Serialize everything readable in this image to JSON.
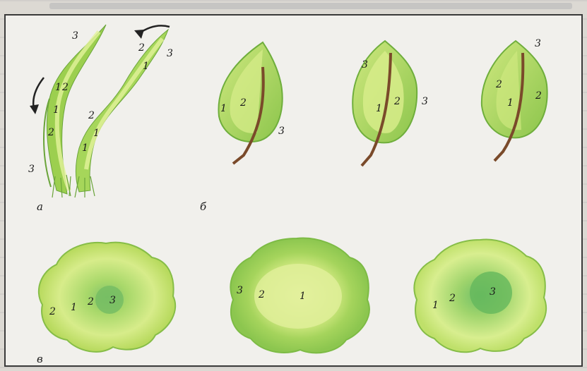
{
  "figure": {
    "panel_labels": {
      "a": "а",
      "b": "б",
      "c": "в"
    },
    "fold_numbers": {
      "left_strip": [
        "3",
        "1",
        "2",
        "1",
        "2",
        "3"
      ],
      "right_strip": [
        "2",
        "3",
        "1",
        "2",
        "1",
        "1"
      ],
      "leaf_1": [
        "1",
        "2",
        "3"
      ],
      "leaf_2": [
        "3",
        "1",
        "2",
        "3"
      ],
      "leaf_3": [
        "3",
        "2",
        "1",
        "2"
      ],
      "flower_1": [
        "2",
        "1",
        "2",
        "3"
      ],
      "flower_2": [
        "3",
        "2",
        "1"
      ],
      "flower_3": [
        "1",
        "2",
        "3"
      ]
    }
  },
  "colors": {
    "frame_border": "#3a3a3a",
    "light_green": "#d7ec8a",
    "mid_green": "#b5d85a",
    "dark_green": "#7fbf45",
    "stem": "#7a4a2a"
  }
}
